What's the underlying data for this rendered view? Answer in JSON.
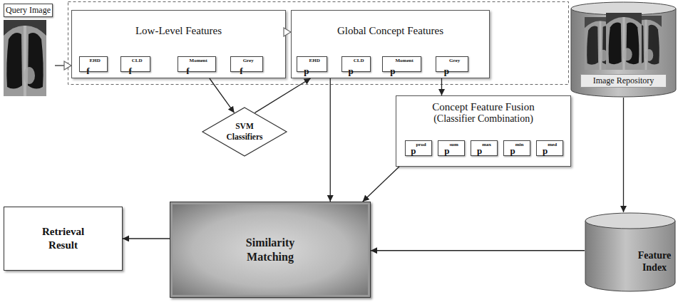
{
  "diagram": {
    "nodes": [
      {
        "text": [
          "Query Image"
        ]
      },
      {
        "text": [
          "Low-Level Features"
        ]
      },
      {
        "text": [
          "f",
          "EHD"
        ],
        "in": 1
      },
      {
        "text": [
          "f",
          "CLD"
        ],
        "in": 1
      },
      {
        "text": [
          "f",
          "Moment"
        ],
        "in": 1
      },
      {
        "text": [
          "f",
          "Grey"
        ],
        "in": 1
      },
      {
        "text": [
          "Global Concept Features"
        ]
      },
      {
        "text": [
          "p",
          "EHD"
        ],
        "in": 6
      },
      {
        "text": [
          "p",
          "CLD"
        ],
        "in": 6
      },
      {
        "text": [
          "p",
          "Moment"
        ],
        "in": 6
      },
      {
        "text": [
          "p",
          "Grey"
        ],
        "in": 6
      },
      {
        "text": [
          "Image Repository"
        ]
      },
      {
        "text": [
          "SVM Classifiers"
        ]
      },
      {
        "text": [
          "Concept Feature Fusion",
          "(Classifier Combination)"
        ]
      },
      {
        "text": [
          "p",
          "prod"
        ],
        "in": 13
      },
      {
        "text": [
          "p",
          "sum"
        ],
        "in": 13
      },
      {
        "text": [
          "p",
          "max"
        ],
        "in": 13
      },
      {
        "text": [
          "p",
          "min"
        ],
        "in": 13
      },
      {
        "text": [
          "p",
          "med"
        ],
        "in": 13
      },
      {
        "text": [
          "Retrieval Result"
        ]
      },
      {
        "text": [
          "Similarity Matching"
        ]
      },
      {
        "text": [
          "Feature Index"
        ]
      }
    ],
    "edges": [
      {
        "from": 0,
        "to": 1,
        "arrow": "to"
      },
      {
        "from": 1,
        "to": 6,
        "arrow": "to"
      },
      {
        "from": 1,
        "to": 12,
        "arrow": "to"
      },
      {
        "from": 12,
        "to": 6,
        "arrow": "to"
      },
      {
        "from": 6,
        "to": 13,
        "arrow": "to"
      },
      {
        "from": 6,
        "to": 20,
        "arrow": "to"
      },
      {
        "from": 13,
        "to": 20,
        "arrow": "to"
      },
      {
        "from": 20,
        "to": 19,
        "arrow": "to"
      },
      {
        "from": 11,
        "to": 21,
        "arrow": "to"
      },
      {
        "from": 21,
        "to": 20,
        "arrow": "to"
      }
    ]
  }
}
